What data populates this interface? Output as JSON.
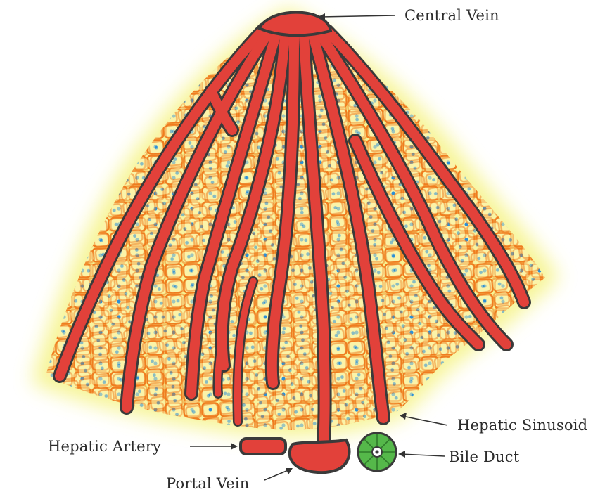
{
  "labels": {
    "central_vein": "Central Vein",
    "hepatic_sinusoid": "Hepatic Sinusoid",
    "hepatic_artery": "Hepatic Artery",
    "bile_duct": "Bile Duct",
    "portal_vein": "Portal Vein"
  },
  "colors": {
    "vessel": "#e2413a",
    "vessel_outline": "#3a3a3a",
    "cell_fill": "#fbf3a8",
    "cell_border": "#ef7d1f",
    "nucleus": "#2a8fd8",
    "glow": "#f4f27a",
    "bile_duct": "#55b84a"
  }
}
